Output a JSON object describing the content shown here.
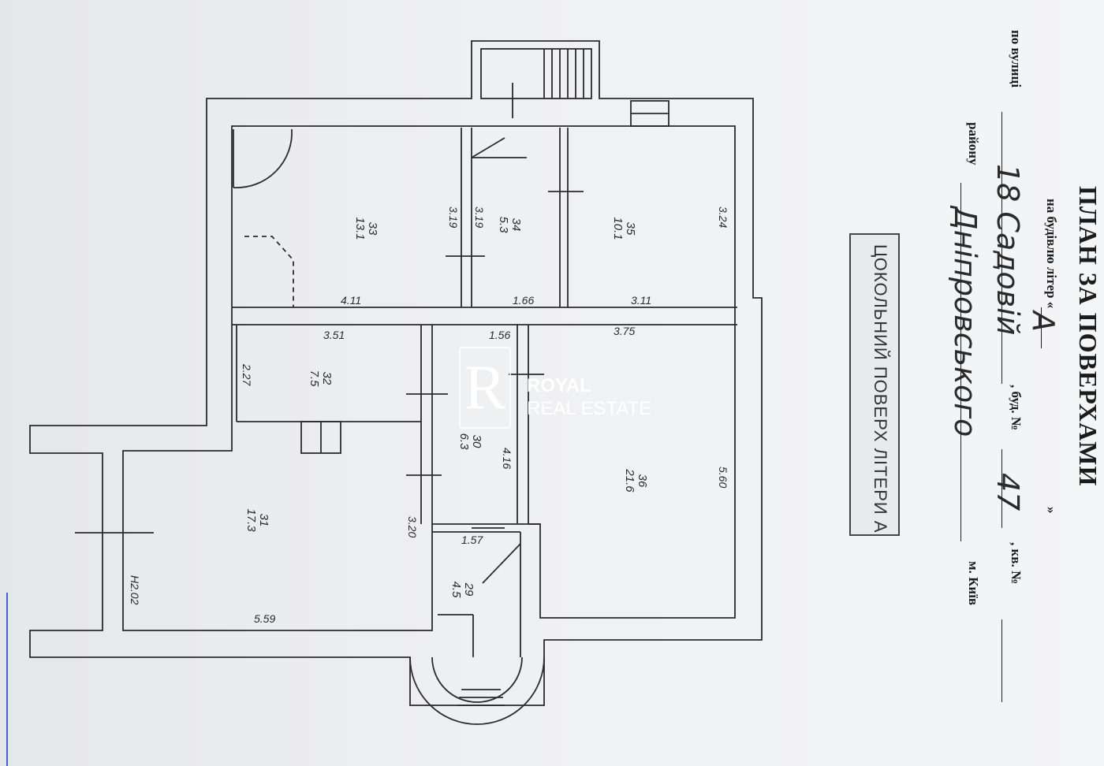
{
  "document": {
    "title": "ПЛАН ЗА ПОВЕРХАМИ",
    "line_building": "на будівлю літер «",
    "line_building_end": "»",
    "litera": "А",
    "line_street": "по вулиці",
    "street": "18 Садовій",
    "line_house": ", буд. №",
    "house": "47",
    "line_apt": ", кв. №",
    "line_district": "району",
    "district": "Дніпровського",
    "line_city": "м. Київ",
    "stamp": "ЦОКОЛЬНИЙ ПОВЕРХ ЛІТЕРИ А"
  },
  "plan": {
    "rooms": [
      {
        "num": "33",
        "area": "13.1"
      },
      {
        "num": "34",
        "area": "5.3"
      },
      {
        "num": "35",
        "area": "10.1"
      },
      {
        "num": "32",
        "area": "7.5"
      },
      {
        "num": "30",
        "area": "6.3"
      },
      {
        "num": "36",
        "area": "21.6"
      },
      {
        "num": "31",
        "area": "17.3"
      },
      {
        "num": "29",
        "area": "4.5"
      }
    ],
    "dims": [
      "3.19",
      "3.19",
      "3.24",
      "4.11",
      "1.66",
      "3.11",
      "3.51",
      "1.56",
      "3.75",
      "2.27",
      "4.16",
      "5.60",
      "3.20",
      "1.57",
      "5.59",
      "Н2.02"
    ]
  },
  "watermark": {
    "line1": "ROYAL",
    "line2": "REAL ESTATE"
  }
}
